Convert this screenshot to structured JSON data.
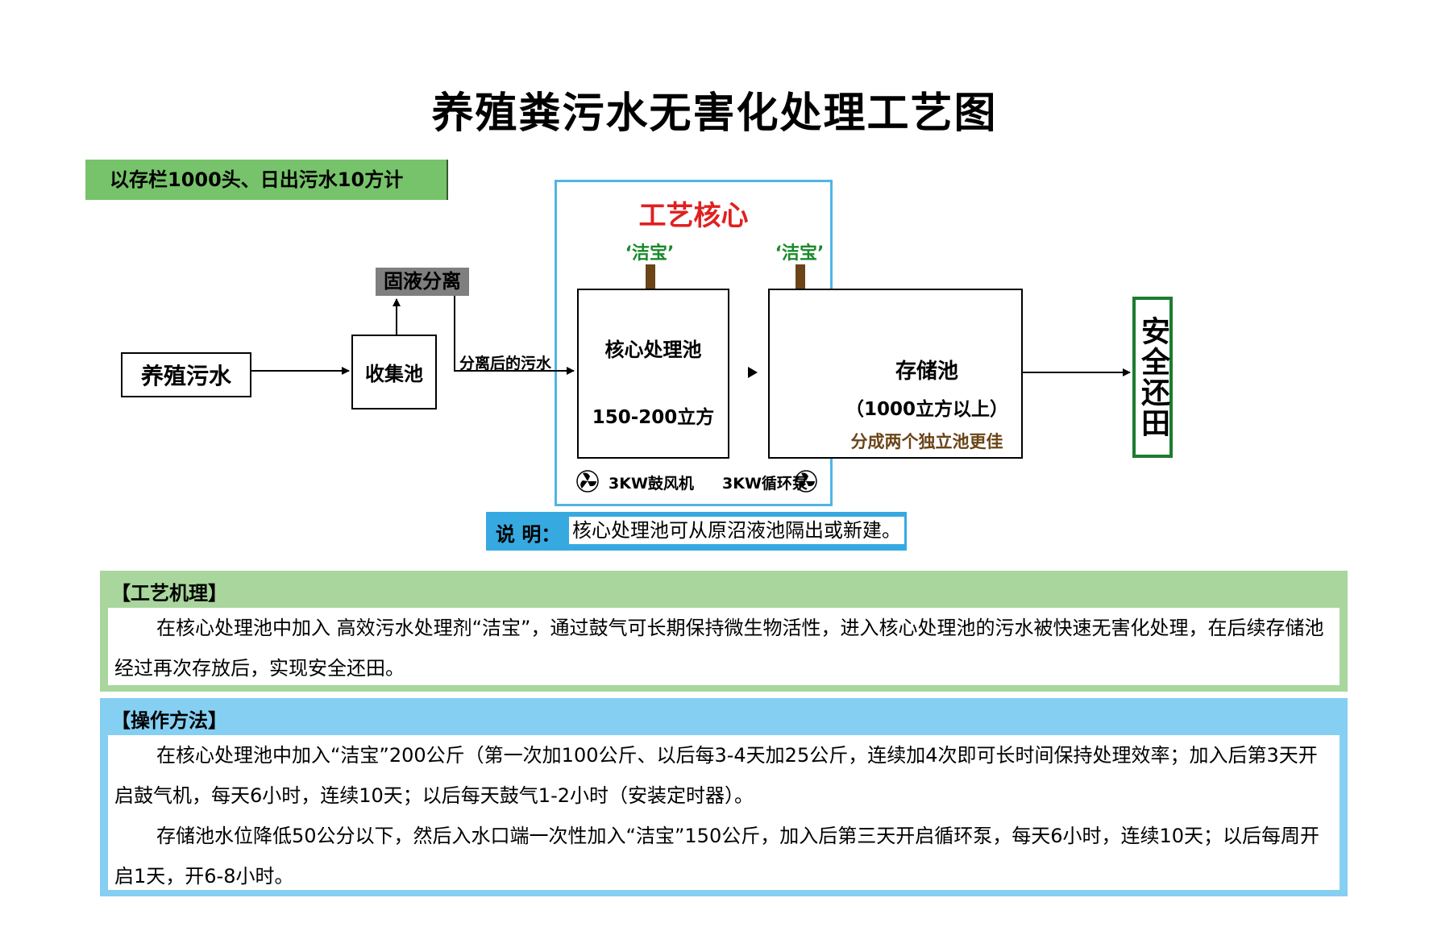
{
  "title": "养殖粪污水无害化处理工艺图",
  "basis": "以存栏1000头、日出污水10方计",
  "core_label": "工艺核心",
  "additive_labels": [
    "‘洁宝’",
    "‘洁宝’"
  ],
  "nodes": {
    "source": "养殖污水",
    "collection": "收集池",
    "separation": "固液分离",
    "separated_water": "分离后的污水",
    "core_pool": {
      "name": "核心处理池",
      "capacity": "150-200立方"
    },
    "storage_pool": {
      "name": "存储池",
      "capacity": "（1000立方以上）",
      "tip": "分成两个独立池更佳"
    },
    "end": "安全还田"
  },
  "equipment": {
    "blower": "3KW鼓风机",
    "pump": "3KW循环泵"
  },
  "note": {
    "label": "说  明：",
    "text": "核心处理池可从原沼液池隔出或新建。"
  },
  "mechanism": {
    "heading": "【工艺机理】",
    "paragraphs": [
      "在核心处理池中加入 高效污水处理剂“洁宝”，通过鼓气可长期保持微生物活性，进入核心处理池的污水被快速无害化处理，在后续存储池经过再次存放后，实现安全还田。"
    ]
  },
  "method": {
    "heading": "【操作方法】",
    "paragraphs": [
      "在核心处理池中加入“洁宝”200公斤（第一次加100公斤、以后每3-4天加25公斤，连续加4次即可长时间保持处理效率；加入后第3天开启鼓气机，每天6小时，连续10天；以后每天鼓气1-2小时（安装定时器）。",
      "存储池水位降低50公分以下，然后入水口端一次性加入“洁宝”150公斤，加入后第三天开启循环泵，每天6小时，连续10天；以后每周开启1天，开6-8小时。"
    ]
  },
  "colors": {
    "basis_bg": "#77c36b",
    "core_frame": "#4fb5e6",
    "core_label": "#e02020",
    "additive": "#1a8a2a",
    "arrow_brown": "#6b4418",
    "end_border": "#1e7b2e",
    "mechanism_bg": "#a8d69c",
    "method_bg": "#85cff3"
  }
}
